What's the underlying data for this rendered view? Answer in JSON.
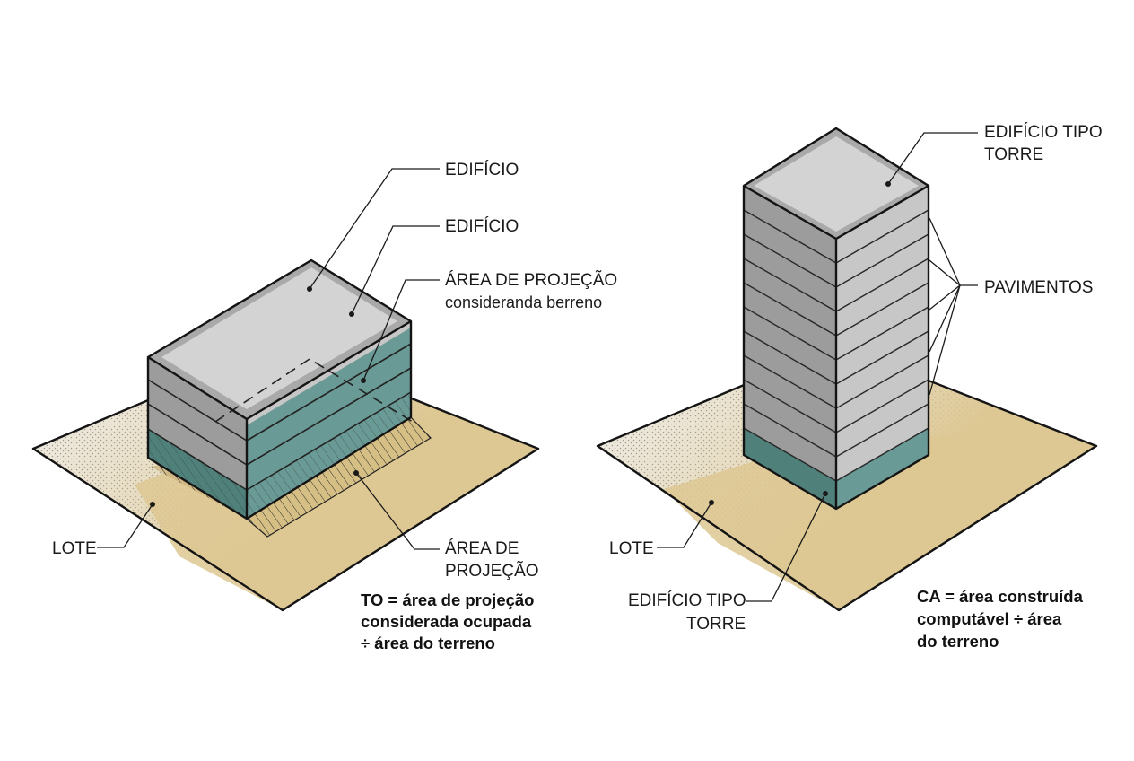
{
  "left_diagram": {
    "labels": {
      "edificio_1": "EDIFÍCIO",
      "edificio_2": "EDIFÍCIO",
      "area_projecao_top_line1": "ÁREA DE PROJEÇÃO",
      "area_projecao_top_line2": "consideranda berreno",
      "lote": "LOTE",
      "area_projecao_bottom_line1": "ÁREA DE",
      "area_projecao_bottom_line2": "PROJEÇÃO"
    },
    "formula": {
      "line1": "TO = área de projeção",
      "line2": "considerada ocupada",
      "line3": "÷ área do terreno"
    }
  },
  "right_diagram": {
    "labels": {
      "edificio_torre_top_line1": "EDIFÍCIO TIPO",
      "edificio_torre_top_line2": "TORRE",
      "pavimentos": "PAVIMENTOS",
      "lote": "LOTE",
      "edificio_torre_bottom_line1": "EDIFÍCIO TIPO",
      "edificio_torre_bottom_line2": "TORRE"
    },
    "formula": {
      "line1": "CA = área construída",
      "line2": "computável ÷ área",
      "line3": "do terreno"
    }
  },
  "colors": {
    "lot": "#ddc792",
    "roof": "#d3d3d3",
    "roof_rim": "#a9a9a9",
    "floor_front": "#9c9c9c",
    "floor_side": "#c7c7c7",
    "glass_front": "#4f807a",
    "glass_side": "#6a9a95",
    "ink": "#141414"
  }
}
